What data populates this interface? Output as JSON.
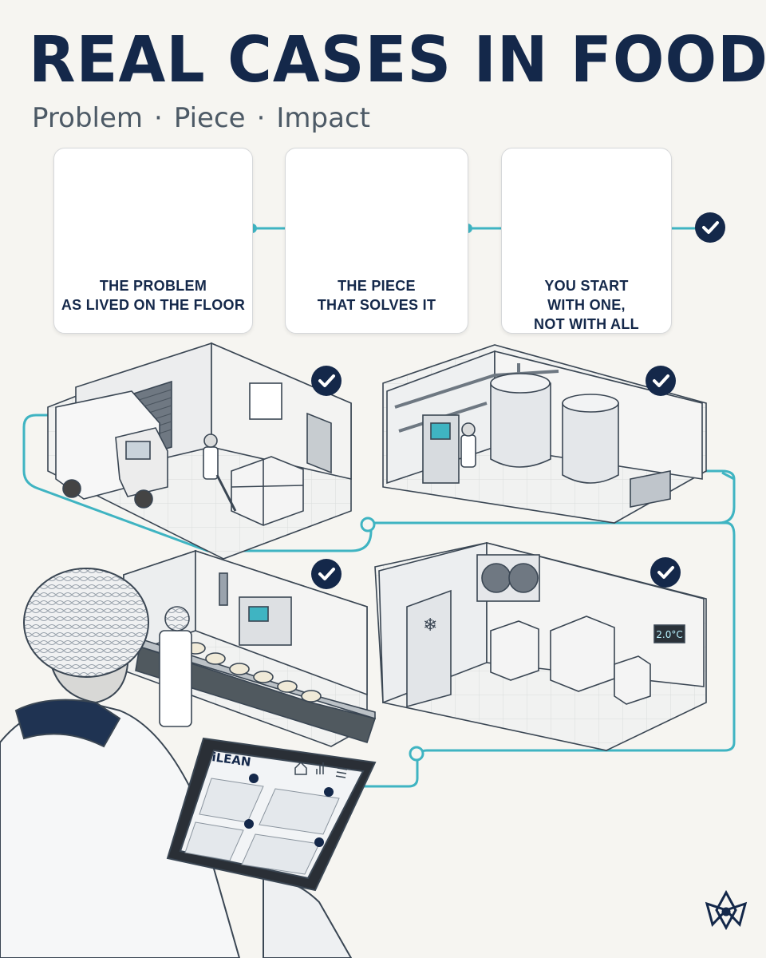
{
  "header": {
    "title": "REAL CASES IN FOOD",
    "subtitle": [
      "Problem",
      "Piece",
      "Impact"
    ]
  },
  "cards": [
    {
      "lines": [
        "THE PROBLEM",
        "AS LIVED ON THE FLOOR"
      ]
    },
    {
      "lines": [
        "THE PIECE",
        "THAT SOLVES IT"
      ]
    },
    {
      "lines": [
        "YOU START",
        "WITH ONE,",
        "NOT WITH ALL"
      ]
    }
  ],
  "scenes": {
    "cold_room_display": "2.0°C",
    "tablet_brand": "iLEAN"
  },
  "colors": {
    "navy": "#14284a",
    "teal": "#3fb4c2",
    "gray_text": "#4d5a66",
    "background": "#f6f5f1"
  }
}
